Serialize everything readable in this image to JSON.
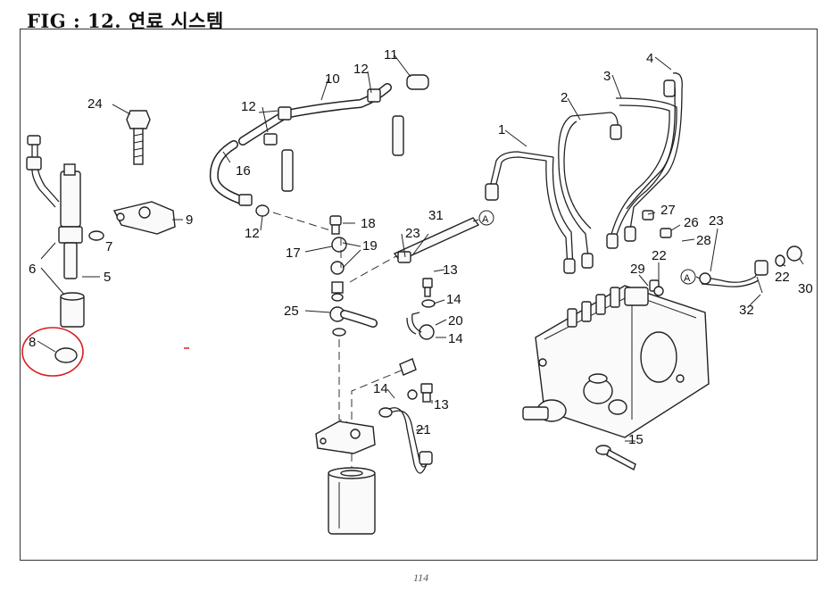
{
  "title": "FIG : 12. 연료 시스템",
  "page_number": "114",
  "marker_A": "A",
  "callouts": {
    "c1": "1",
    "c2": "2",
    "c3": "3",
    "c4": "4",
    "c5": "5",
    "c6": "6",
    "c7": "7",
    "c8": "8",
    "c9": "9",
    "c10": "10",
    "c11": "11",
    "c12": "12",
    "c13": "13",
    "c14": "14",
    "c15": "15",
    "c16": "16",
    "c17": "17",
    "c18": "18",
    "c19": "19",
    "c20": "20",
    "c21": "21",
    "c22": "22",
    "c23": "23",
    "c24": "24",
    "c25": "25",
    "c26": "26",
    "c27": "27",
    "c28": "28",
    "c29": "29",
    "c30": "30",
    "c31": "31",
    "c32": "32"
  },
  "highlight_color": "#d81e1e"
}
